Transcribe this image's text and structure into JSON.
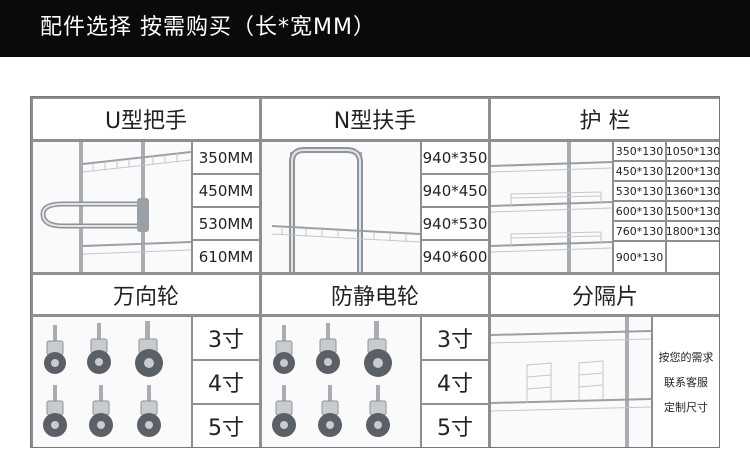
{
  "header": {
    "title": "配件选择 按需购买（长*宽MM）"
  },
  "sections": {
    "u_handle": {
      "title": "U型把手",
      "sizes": [
        "350MM",
        "450MM",
        "530MM",
        "610MM"
      ]
    },
    "n_handle": {
      "title": "N型扶手",
      "sizes": [
        "940*350",
        "940*450",
        "940*530",
        "940*600"
      ]
    },
    "guardrail": {
      "title": "护 栏",
      "sizes": [
        "350*130",
        "1050*130",
        "450*130",
        "1200*130",
        "530*130",
        "1360*130",
        "600*130",
        "1500*130",
        "760*130",
        "1800*130",
        "900*130"
      ]
    },
    "swivel_caster": {
      "title": "万向轮",
      "sizes": [
        "3寸",
        "4寸",
        "5寸"
      ]
    },
    "static_caster": {
      "title": "防静电轮",
      "sizes": [
        "3寸",
        "4寸",
        "5寸"
      ]
    },
    "divider": {
      "title": "分隔片",
      "note": [
        "按您的需求",
        "联系客服",
        "定制尺寸"
      ]
    }
  },
  "colors": {
    "header_bg": "#0a0a0a",
    "grid_line": "#8f8f8f",
    "chrome": "#b8bcc2"
  }
}
